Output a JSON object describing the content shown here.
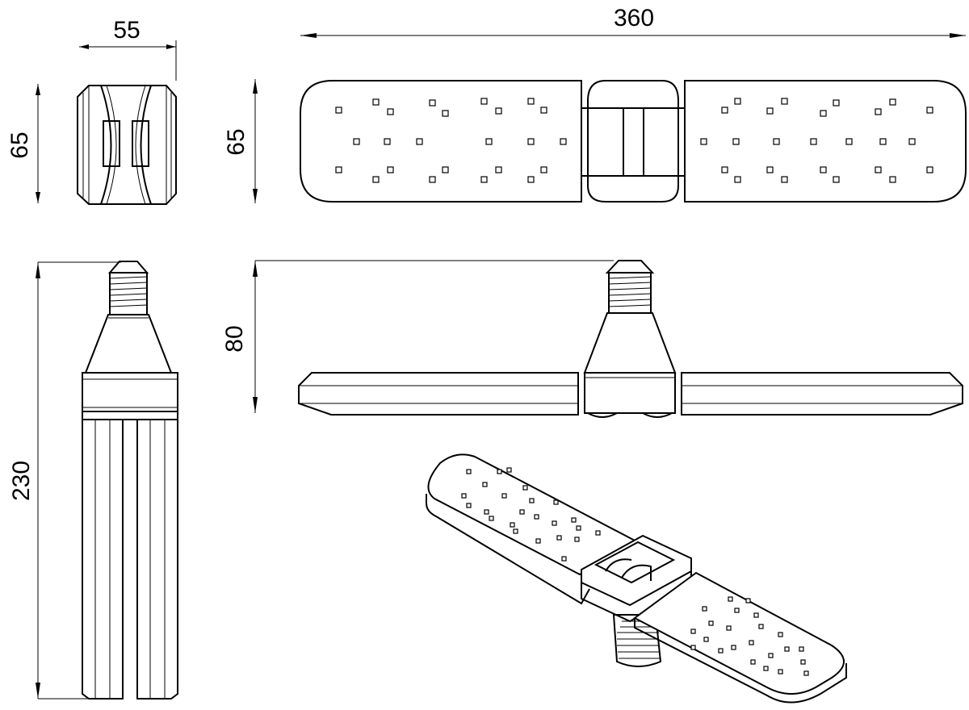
{
  "dimensions": {
    "width_small": "55",
    "height_small": "65",
    "total_length": "360",
    "panel_height": "65",
    "base_height": "80",
    "side_length": "230"
  }
}
